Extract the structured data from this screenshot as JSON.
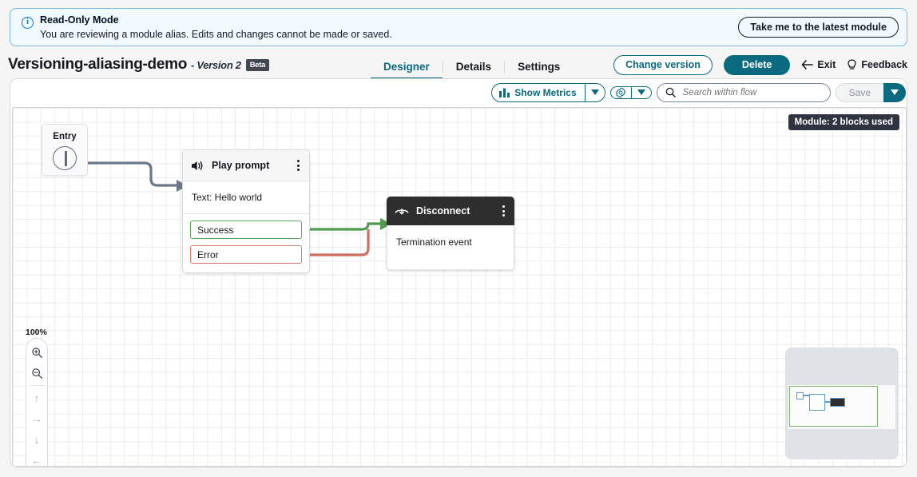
{
  "banner": {
    "icon": "info-icon",
    "title": "Read-Only Mode",
    "message": "You are reviewing a module alias. Edits and changes cannot be made or saved.",
    "action_label": "Take me to the latest module"
  },
  "header": {
    "title": "Versioning-aliasing-demo",
    "version": "- Version 2",
    "badge": "Beta",
    "tabs": [
      {
        "label": "Designer",
        "active": true
      },
      {
        "label": "Details",
        "active": false
      },
      {
        "label": "Settings",
        "active": false
      }
    ],
    "actions": {
      "change_version": "Change version",
      "delete": "Delete",
      "exit": "Exit",
      "feedback": "Feedback"
    }
  },
  "toolbar": {
    "show_metrics": "Show Metrics",
    "settings_icon": "gear-icon",
    "search_placeholder": "Search within flow",
    "search_value": "",
    "save": "Save"
  },
  "canvas": {
    "blocks_chip": "Module: 2 blocks used",
    "zoom_level": "100%",
    "nodes": [
      {
        "id": "entry",
        "label": "Entry",
        "icon": "entry-point-icon"
      },
      {
        "id": "play-prompt",
        "title": "Play prompt",
        "icon": "speaker-icon",
        "body": "Text: Hello world",
        "ports": [
          {
            "label": "Success",
            "color": "#5ca85c"
          },
          {
            "label": "Error",
            "color": "#d9796b"
          }
        ]
      },
      {
        "id": "disconnect",
        "title": "Disconnect",
        "icon": "phone-hangup-icon",
        "body": "Termination event"
      }
    ],
    "zoom_controls": [
      {
        "name": "zoom-in-icon"
      },
      {
        "name": "zoom-out-icon"
      },
      {
        "name": "pan-up-icon",
        "glyph": "↑"
      },
      {
        "name": "pan-right-icon",
        "glyph": "→"
      },
      {
        "name": "pan-down-icon",
        "glyph": "↓"
      },
      {
        "name": "pan-left-icon",
        "glyph": "←"
      }
    ],
    "fit_control_icon": "fit-to-screen-icon"
  },
  "colors": {
    "accent": "#0a6b80",
    "banner_bg": "#f1faff",
    "banner_border": "#7cb7e8",
    "success": "#5ca85c",
    "error": "#d9796b",
    "dark_header": "#2e2e2e"
  }
}
